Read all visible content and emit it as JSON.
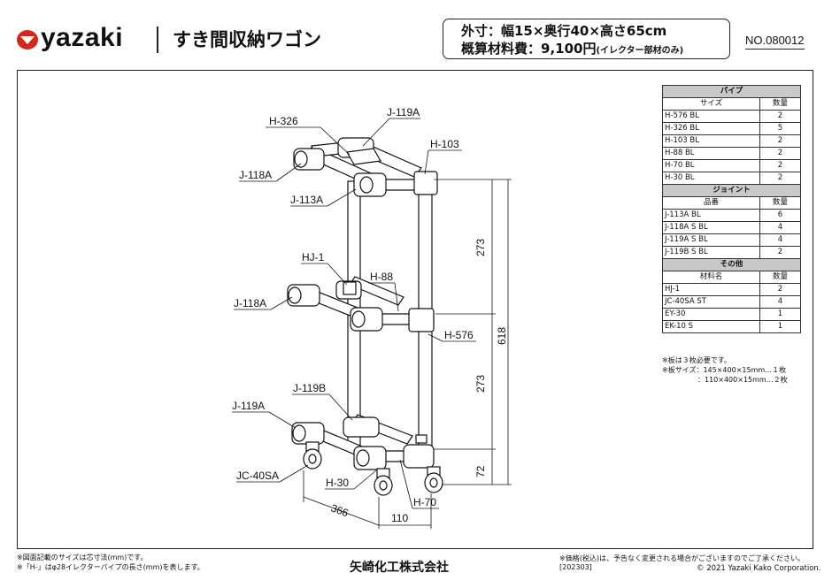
{
  "header": {
    "logo_text": "yazaki",
    "title": "すき間収納ワゴン",
    "spec_size": "外寸：幅15×奥行40×高さ65cm",
    "spec_cost": "概算材料費：9,100円",
    "spec_cost_note": "(イレクター部材のみ)",
    "doc_no": "NO.080012"
  },
  "diagram": {
    "labels": {
      "h326": "H-326",
      "j119a_top": "J-119A",
      "h103": "H-103",
      "j118a_top": "J-118A",
      "j113a": "J-113A",
      "hj1": "HJ-1",
      "h88": "H-88",
      "j118a_mid": "J-118A",
      "h576": "H-576",
      "j119b": "J-119B",
      "j119a_bottom": "J-119A",
      "jc40sa": "JC-40SA",
      "h30": "H-30",
      "h70": "H-70"
    },
    "dimensions": {
      "d273_top": "273",
      "d273_bottom": "273",
      "d618": "618",
      "d72": "72",
      "d366": "366",
      "d110": "110"
    }
  },
  "parts_table": {
    "pipe": {
      "title": "パイプ",
      "col_size": "サイズ",
      "col_qty": "数量",
      "rows": [
        {
          "name": "H-576 BL",
          "qty": "2"
        },
        {
          "name": "H-326 BL",
          "qty": "5"
        },
        {
          "name": "H-103 BL",
          "qty": "2"
        },
        {
          "name": "H-88 BL",
          "qty": "2"
        },
        {
          "name": "H-70 BL",
          "qty": "2"
        },
        {
          "name": "H-30 BL",
          "qty": "2"
        }
      ]
    },
    "joint": {
      "title": "ジョイント",
      "col_name": "品番",
      "col_qty": "数量",
      "rows": [
        {
          "name": "J-113A BL",
          "qty": "6"
        },
        {
          "name": "J-118A S BL",
          "qty": "4"
        },
        {
          "name": "J-119A S BL",
          "qty": "4"
        },
        {
          "name": "J-119B S BL",
          "qty": "2"
        }
      ]
    },
    "other": {
      "title": "その他",
      "col_name": "材料名",
      "col_qty": "数量",
      "rows": [
        {
          "name": "HJ-1",
          "qty": "2"
        },
        {
          "name": "JC-40SA ST",
          "qty": "4"
        },
        {
          "name": "EY-30",
          "qty": "1"
        },
        {
          "name": "EK-10 S",
          "qty": "1"
        }
      ]
    }
  },
  "notes": {
    "line1": "※板は３枚必要です。",
    "line2": "※板サイズ：145×400×15mm…１枚",
    "line3": "　　　　　：110×400×15mm…２枚"
  },
  "footer": {
    "left1": "※図面記載のサイズは芯寸法(mm)です。",
    "left2": "※「H-」はφ28イレクターパイプの長さ(mm)を表します。",
    "company": "矢崎化工株式会社",
    "right1": "※価格(税込)は、予告なく変更される場合がございますのでご了承ください。[202303]",
    "right2": "© 2021 Yazaki Kako  Corporation."
  },
  "colors": {
    "logo_red": "#d0281e",
    "table_section_bg": "#c8c8c8",
    "line": "#111111"
  }
}
